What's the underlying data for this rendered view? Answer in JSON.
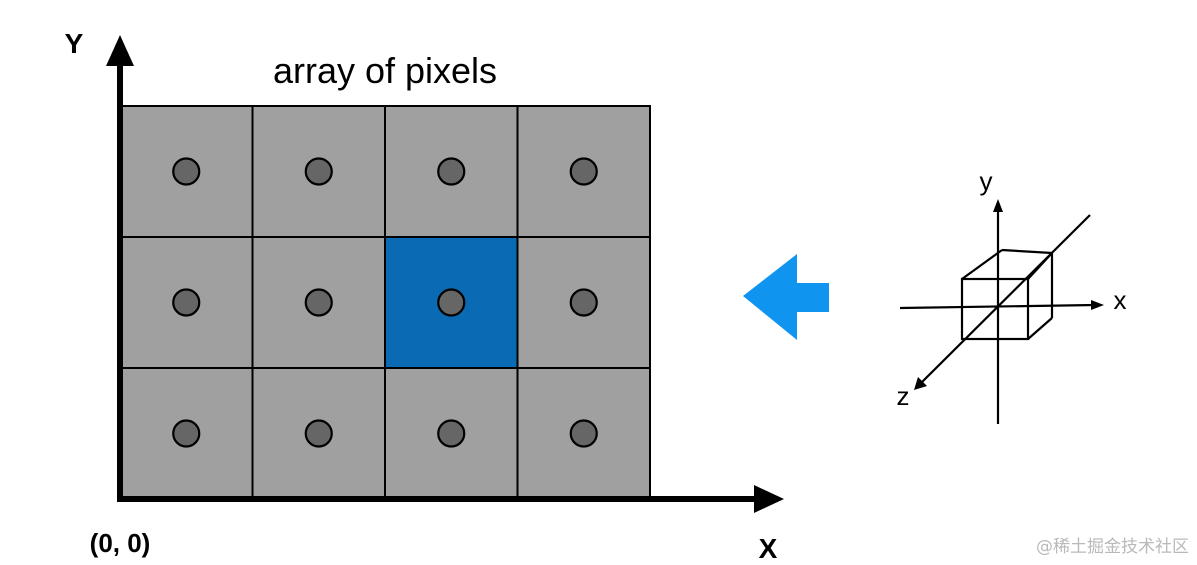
{
  "texts": {
    "y_axis_label": "Y",
    "x_axis_label": "X",
    "origin_label": "(0, 0)",
    "grid_title": "array of pixels",
    "axis3d_y": "y",
    "axis3d_x": "x",
    "axis3d_z": "z",
    "watermark": "@稀土掘金技术社区"
  },
  "grid": {
    "rows": 3,
    "cols": 4,
    "highlighted_cell": {
      "row": 1,
      "col": 2
    }
  },
  "colors": {
    "cell": "#a0a0a0",
    "highlight": "#0a6ab3",
    "dot": "#666666",
    "arrow": "#0f94ef",
    "line": "#000000"
  }
}
